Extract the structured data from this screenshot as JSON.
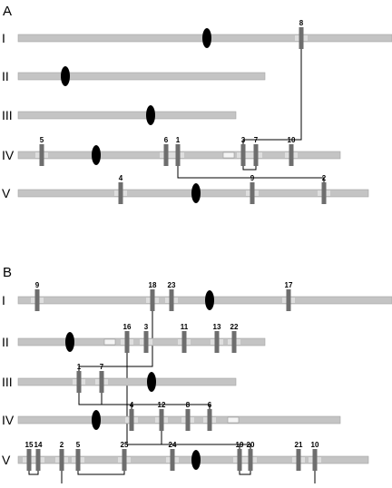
{
  "figure": {
    "colors": {
      "chromosome": "#c4c4c4",
      "chromosome_edge": "#a6a6a6",
      "centromere": "#000000",
      "locus": "#6e6e6e",
      "locus_flank": "#dedede",
      "insertion": "#f4f4f4",
      "connector": "#000000"
    },
    "panels": [
      {
        "label": "A",
        "chromosomes": [
          {
            "label": "I",
            "length": 412,
            "centromere": 208,
            "loci": [
              {
                "label": "8",
                "pos": 312
              }
            ]
          },
          {
            "label": "II",
            "length": 272,
            "centromere": 52,
            "loci": []
          },
          {
            "label": "III",
            "length": 240,
            "centromere": 146,
            "loci": []
          },
          {
            "label": "IV",
            "length": 355,
            "centromere": 86,
            "loci": [
              {
                "label": "5",
                "pos": 26
              },
              {
                "label": "6",
                "pos": 163
              },
              {
                "label": "1",
                "pos": 176
              },
              {
                "label": "3",
                "pos": 248
              },
              {
                "label": "7",
                "pos": 262
              },
              {
                "label": "10",
                "pos": 301
              }
            ],
            "insertions": [
              {
                "pos": 232
              }
            ]
          },
          {
            "label": "V",
            "length": 386,
            "centromere": 196,
            "loci": [
              {
                "label": "4",
                "pos": 113
              },
              {
                "label": "9",
                "pos": 258
              },
              {
                "label": "2",
                "pos": 337
              }
            ]
          }
        ],
        "links": [
          {
            "from": "8",
            "to": "3"
          },
          {
            "from": "3",
            "to": "7"
          },
          {
            "from": "1",
            "to": "2"
          }
        ]
      },
      {
        "label": "B",
        "chromosomes": [
          {
            "label": "I",
            "length": 412,
            "centromere": 211,
            "loci": [
              {
                "label": "9",
                "pos": 21
              },
              {
                "label": "18",
                "pos": 148
              },
              {
                "label": "23",
                "pos": 169
              },
              {
                "label": "17",
                "pos": 298
              }
            ]
          },
          {
            "label": "II",
            "length": 272,
            "centromere": 57,
            "loci": [
              {
                "label": "16",
                "pos": 120
              },
              {
                "label": "3",
                "pos": 141
              },
              {
                "label": "11",
                "pos": 183
              },
              {
                "label": "13",
                "pos": 219
              },
              {
                "label": "22",
                "pos": 238
              }
            ],
            "insertions": [
              {
                "pos": 101
              }
            ]
          },
          {
            "label": "III",
            "length": 240,
            "centromere": 147,
            "loci": [
              {
                "label": "1",
                "pos": 67
              },
              {
                "label": "7",
                "pos": 92
              }
            ]
          },
          {
            "label": "IV",
            "length": 355,
            "centromere": 86,
            "loci": [
              {
                "label": "4",
                "pos": 125
              },
              {
                "label": "12",
                "pos": 158
              },
              {
                "label": "8",
                "pos": 187
              },
              {
                "label": "6",
                "pos": 211
              }
            ],
            "insertions": [
              {
                "pos": 237
              }
            ]
          },
          {
            "label": "V",
            "length": 386,
            "centromere": 196,
            "loci": [
              {
                "label": "15",
                "pos": 12
              },
              {
                "label": "14",
                "pos": 22
              },
              {
                "label": "2",
                "pos": 48
              },
              {
                "label": "5",
                "pos": 66
              },
              {
                "label": "25",
                "pos": 117
              },
              {
                "label": "24",
                "pos": 170
              },
              {
                "label": "19",
                "pos": 244
              },
              {
                "label": "20",
                "pos": 256
              },
              {
                "label": "21",
                "pos": 309
              },
              {
                "label": "10",
                "pos": 327
              }
            ]
          }
        ],
        "links": [
          {
            "from": "18",
            "to": "1"
          },
          {
            "from": "1",
            "to": "4"
          },
          {
            "from": "7",
            "to": "6"
          },
          {
            "from": "16",
            "to": "19"
          },
          {
            "from": "12",
            "to": "20"
          },
          {
            "from": "15",
            "to": "14"
          },
          {
            "from": "5",
            "to": "25"
          },
          {
            "from": "19",
            "to": "20"
          }
        ],
        "tails": [
          "2",
          "10"
        ]
      }
    ]
  }
}
